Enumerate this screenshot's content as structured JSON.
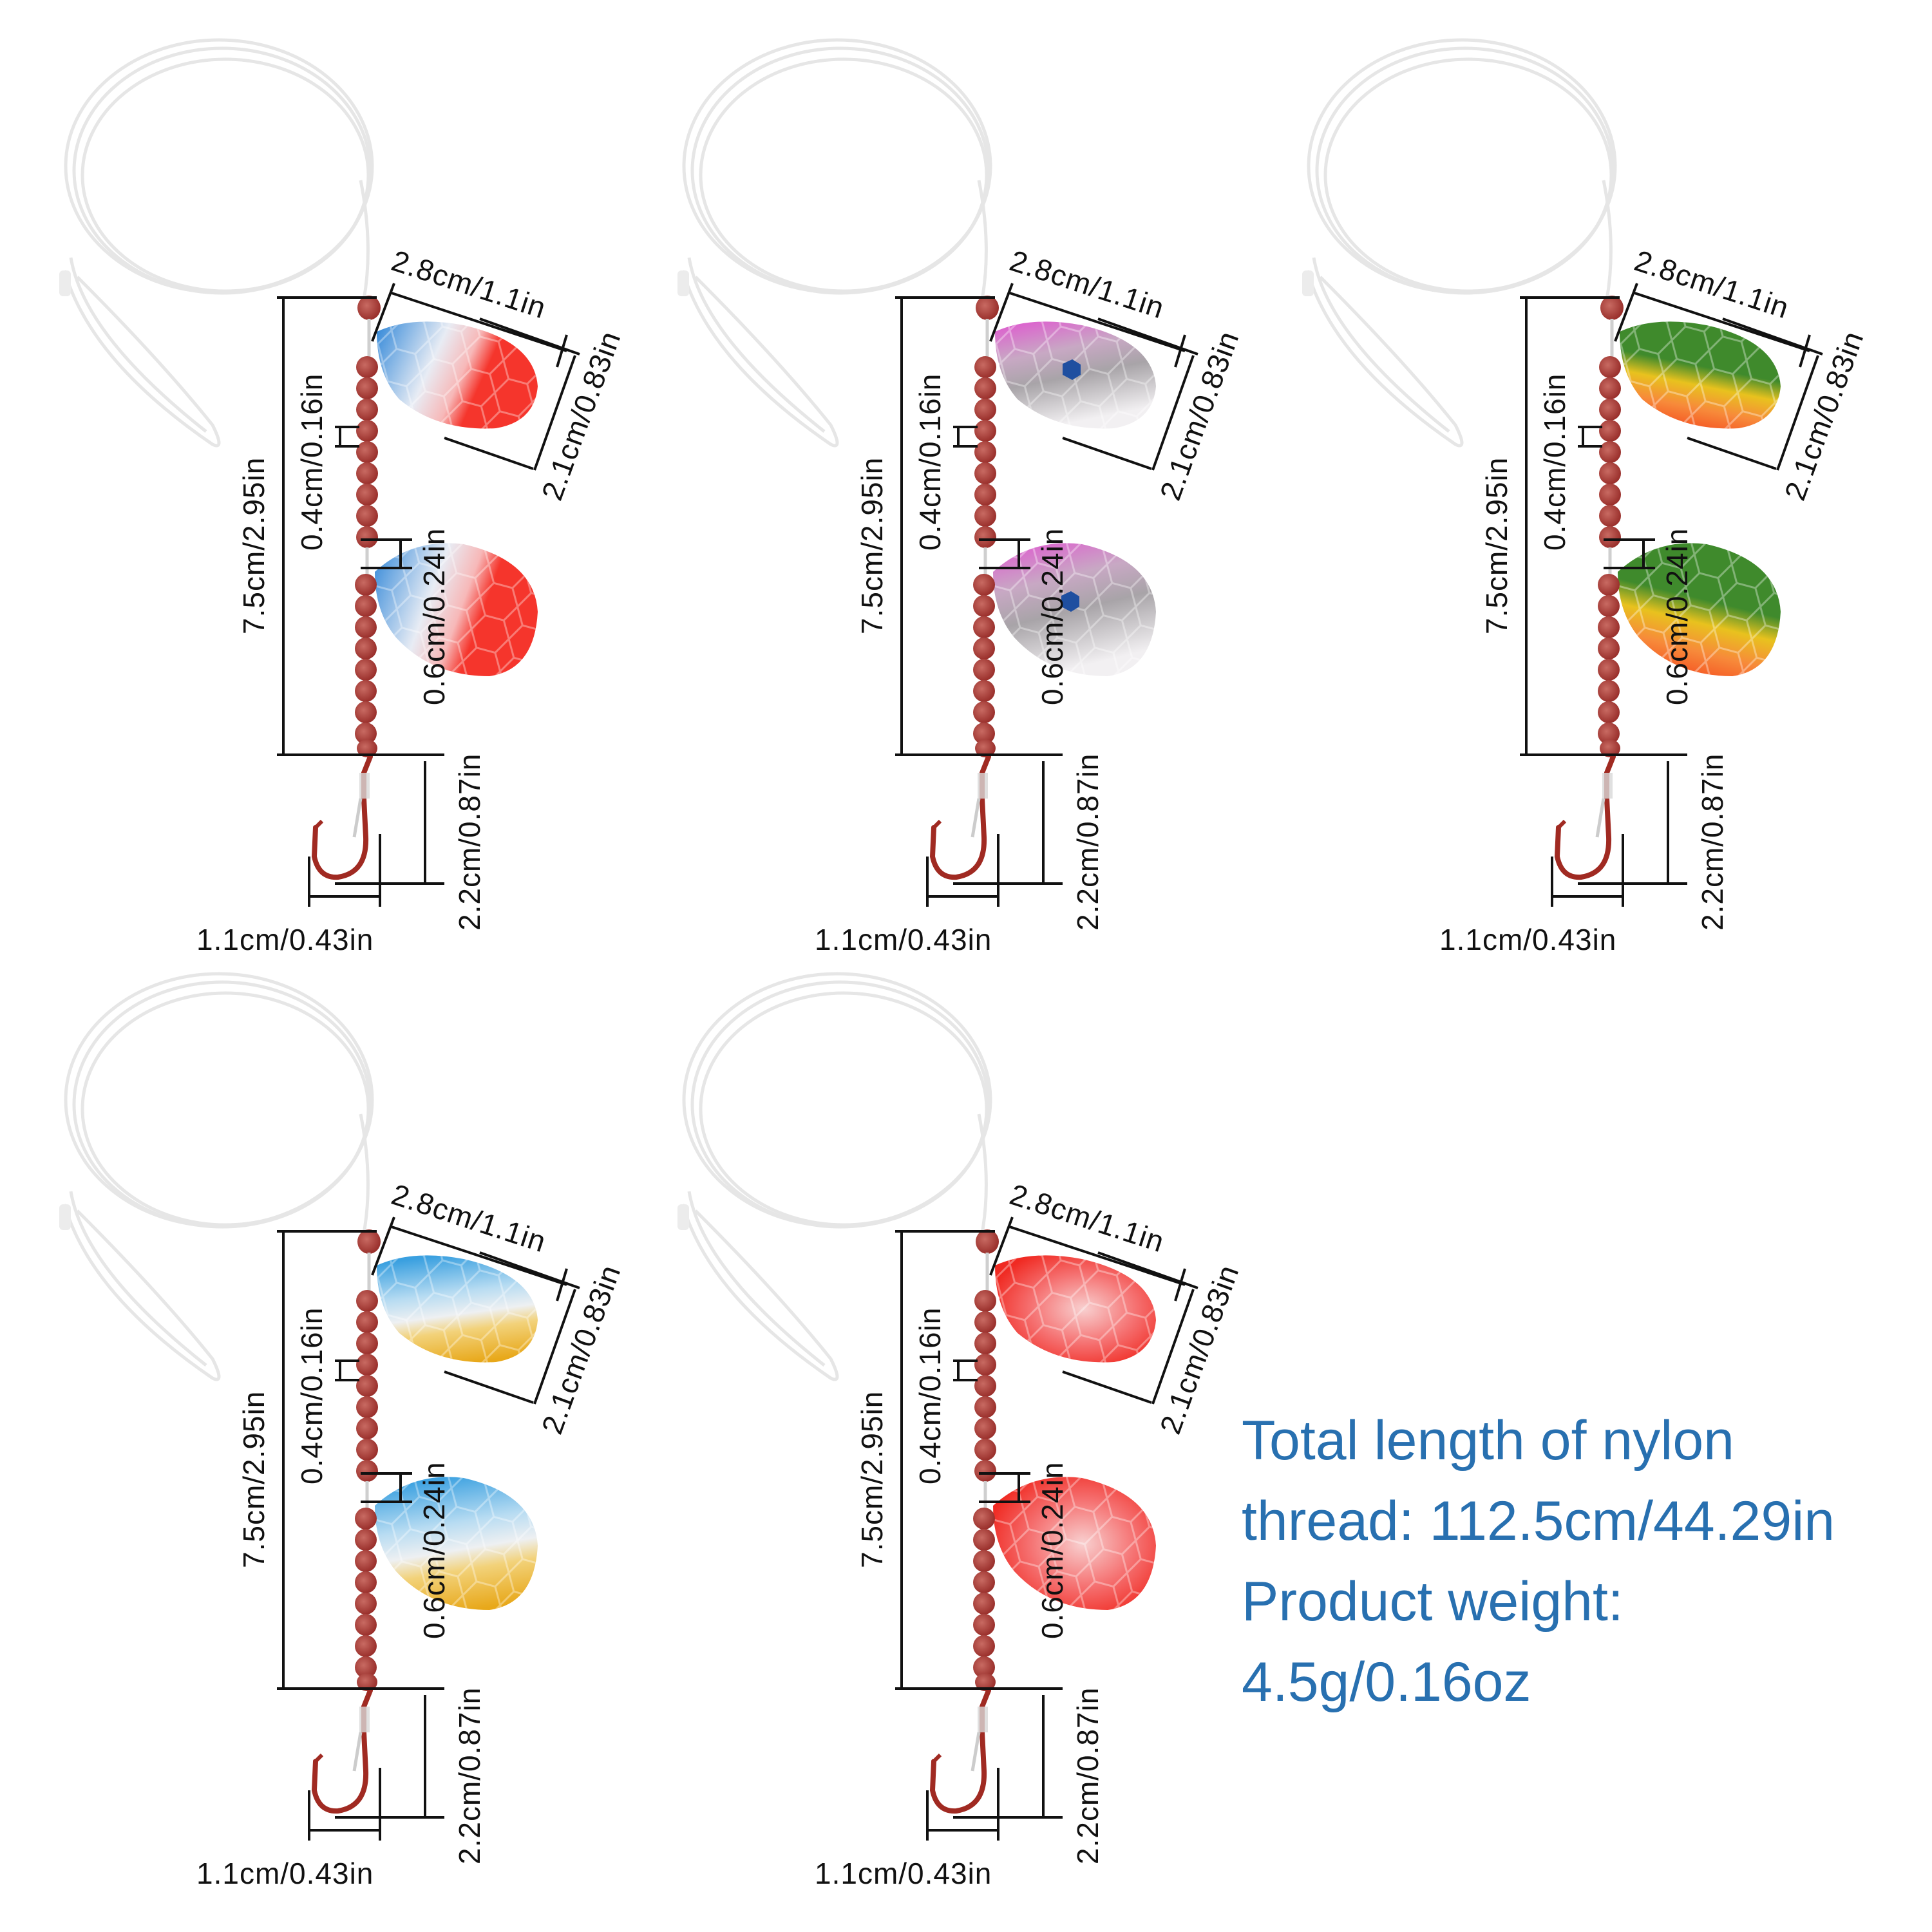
{
  "dimensions": {
    "blade_length": "2.8cm/1.1in",
    "blade_width": "2.1cm/0.83in",
    "bead_spacing": "0.4cm/0.16in",
    "clevis_gap": "0.6cm/0.24in",
    "beaded_length": "7.5cm/2.95in",
    "hook_length": "2.2cm/0.87in",
    "hook_gap": "1.1cm/0.43in"
  },
  "lures": [
    {
      "name": "blue-white-red",
      "colors": [
        "#2f86d8",
        "#e8ecf4",
        "#f5352c"
      ]
    },
    {
      "name": "pink-silver-blue-dot",
      "colors": [
        "#e055d0",
        "#c8c4c8",
        "#1f4fa0"
      ]
    },
    {
      "name": "green-yellow-orange",
      "colors": [
        "#3f8a2c",
        "#e8c21e",
        "#f4441c"
      ]
    },
    {
      "name": "blue-white-yellow",
      "colors": [
        "#3aa0e0",
        "#eef0f2",
        "#e8a81a"
      ]
    },
    {
      "name": "red-white",
      "colors": [
        "#f02a22",
        "#f6c6c6",
        "#f02a22"
      ]
    }
  ],
  "info": {
    "line1": "Total length of nylon",
    "line2": "thread: 112.5cm/44.29in",
    "line3": "Product weight:",
    "line4": "4.5g/0.16oz",
    "color": "#2870b0"
  }
}
